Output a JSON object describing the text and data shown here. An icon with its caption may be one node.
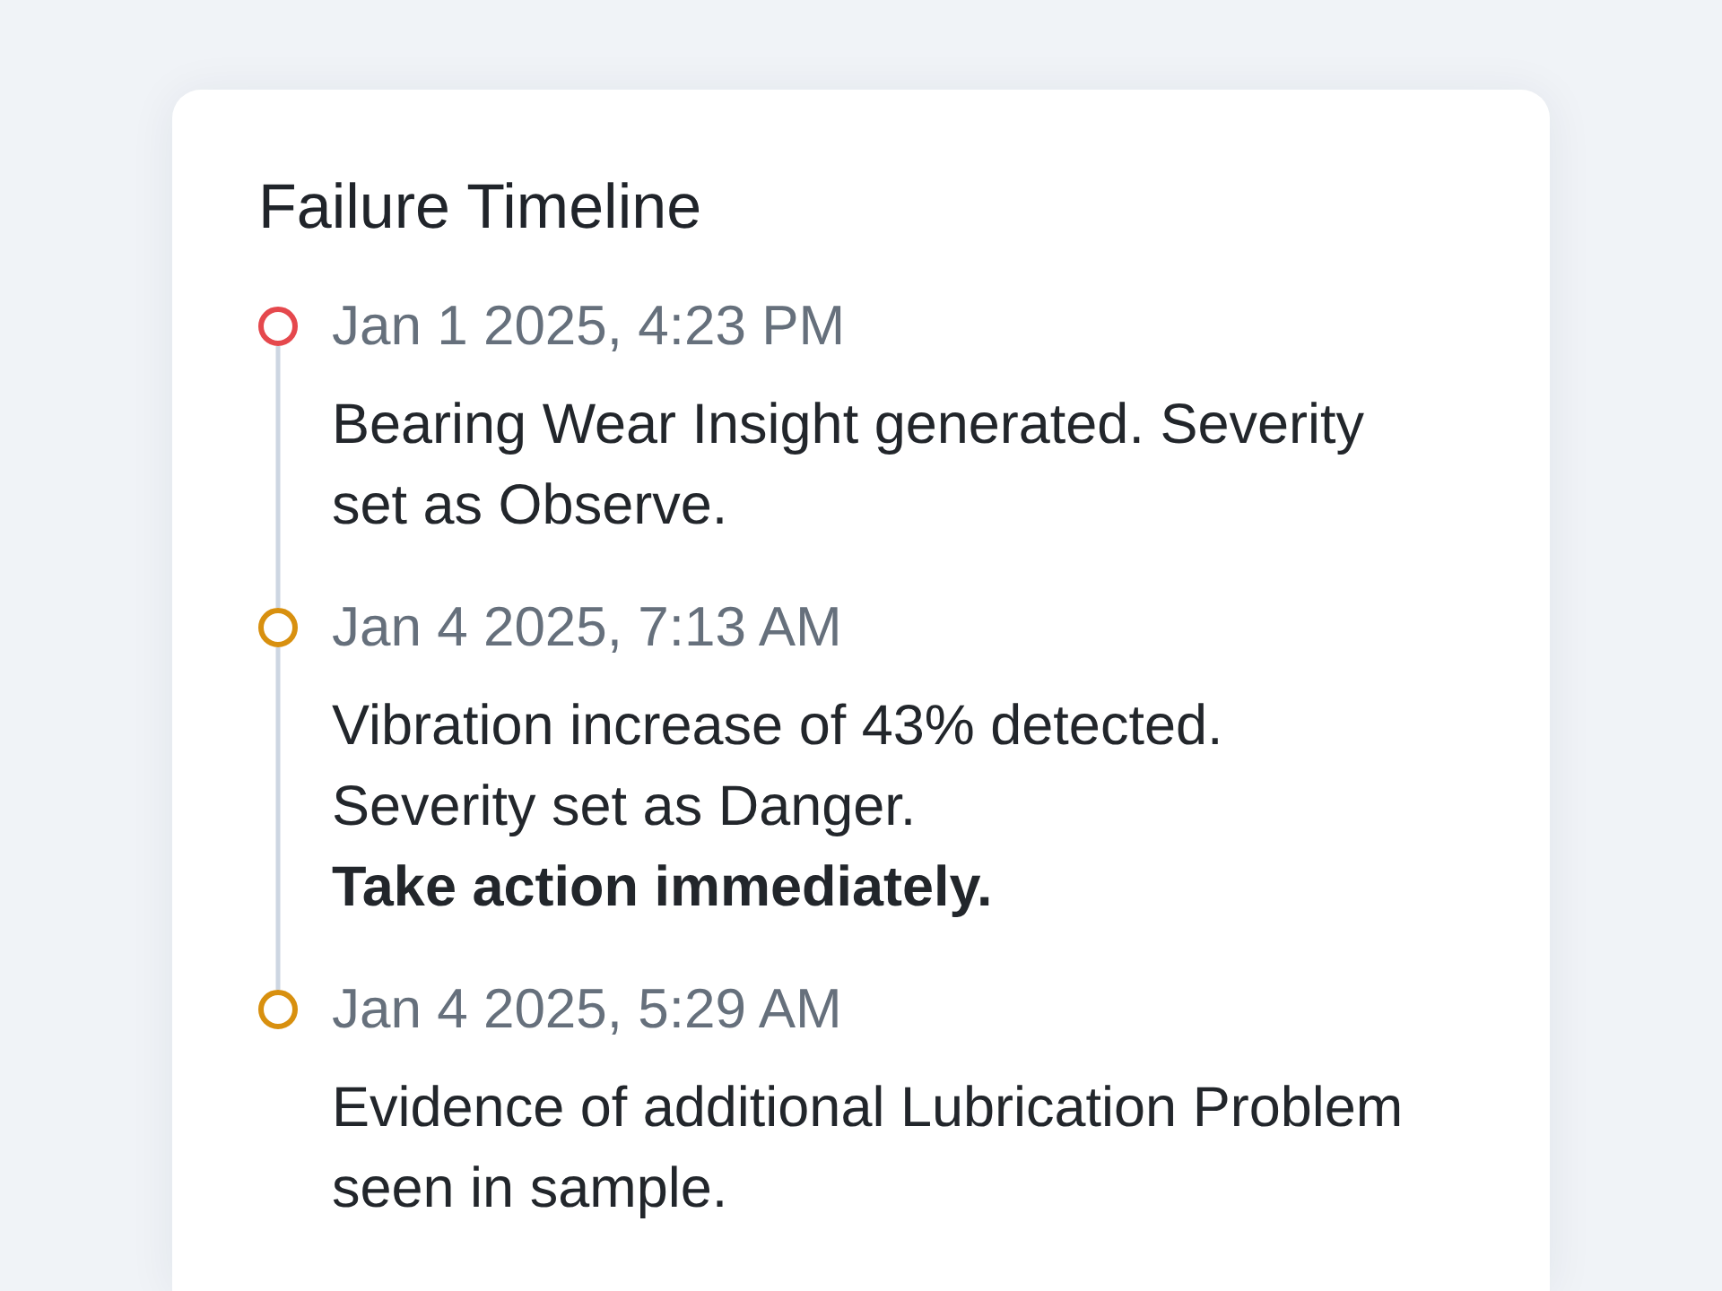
{
  "diagram": {
    "nodes": [
      {
        "text": [
          "Failure Timeline"
        ]
      },
      {
        "text": [],
        "shape": "circle",
        "in": 0,
        "beside": [
          "Jan 1 2025, 4:23 PM",
          "Bearing Wear Insight generated. Severity set as Observe."
        ]
      },
      {
        "text": [],
        "shape": "circle",
        "in": 0,
        "beside": [
          "Jan 4 2025, 7:13 AM",
          "Vibration increase of 43% detected.",
          "Severity set as Danger.",
          "Take action immediately."
        ]
      },
      {
        "text": [],
        "shape": "circle",
        "in": 0,
        "beside": [
          "Jan 4 2025, 5:29 AM",
          "Evidence of additional Lubrication Problem seen in sample."
        ]
      }
    ],
    "edges": [
      {
        "from": 1,
        "to": 2,
        "arrow": "none"
      },
      {
        "from": 2,
        "to": 3,
        "arrow": "none"
      }
    ]
  }
}
